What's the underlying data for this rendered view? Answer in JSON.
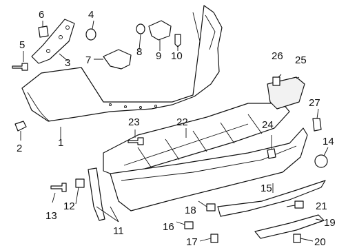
{
  "callouts": [
    "1",
    "2",
    "3",
    "4",
    "5",
    "6",
    "7",
    "8",
    "9",
    "10",
    "11",
    "12",
    "13",
    "14",
    "15",
    "16",
    "17",
    "18",
    "19",
    "20",
    "21",
    "22",
    "23",
    "24",
    "25",
    "26",
    "27"
  ]
}
